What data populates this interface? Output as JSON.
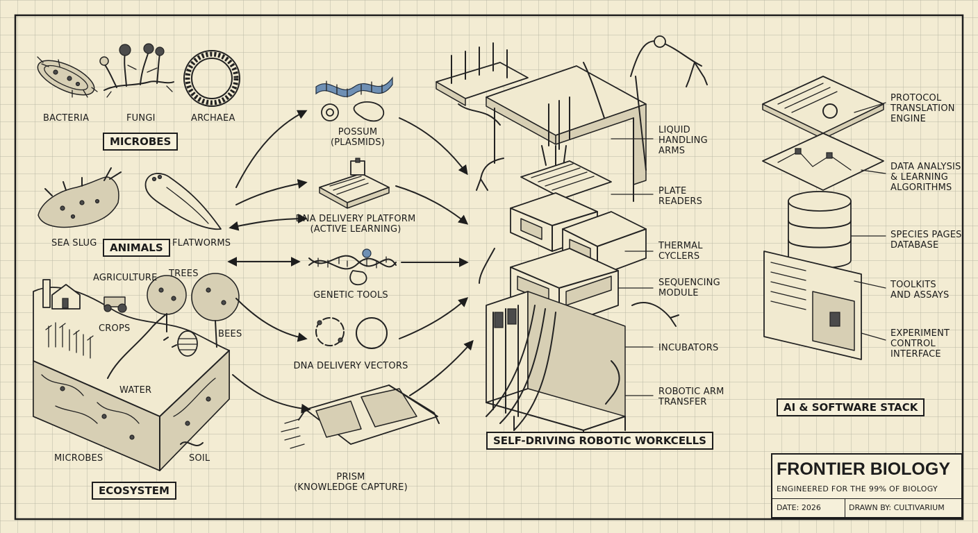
{
  "title_block": {
    "title": "FRONTIER BIOLOGY",
    "subtitle": "ENGINEERED FOR THE 99% OF BIOLOGY",
    "date": "DATE: 2026",
    "drawn_by": "DRAWN BY: CULTIVARIUM"
  },
  "organisms": {
    "microbes": {
      "items": [
        "BACTERIA",
        "FUNGI",
        "ARCHAEA"
      ],
      "box_label": "MICROBES"
    },
    "animals": {
      "items": [
        "SEA SLUG",
        "FLATWORMS"
      ],
      "box_label": "ANIMALS"
    },
    "ecosystem": {
      "items": [
        "AGRICULTURE",
        "TREES",
        "CROPS",
        "BEES",
        "WATER",
        "MICROBES",
        "SOIL"
      ],
      "box_label": "ECOSYSTEM"
    }
  },
  "tools": [
    {
      "line1": "POSSUM",
      "line2": "(PLASMIDS)"
    },
    {
      "line1": "DNA DELIVERY PLATFORM",
      "line2": "(ACTIVE LEARNING)"
    },
    {
      "line1": "GENETIC TOOLS",
      "line2": ""
    },
    {
      "line1": "DNA DELIVERY VECTORS",
      "line2": ""
    },
    {
      "line1": "PRISM",
      "line2": "(KNOWLEDGE CAPTURE)"
    }
  ],
  "workcell": {
    "components": [
      {
        "line1": "LIQUID",
        "line2": "HANDLING",
        "line3": "ARMS"
      },
      {
        "line1": "PLATE",
        "line2": "READERS",
        "line3": ""
      },
      {
        "line1": "THERMAL",
        "line2": "CYCLERS",
        "line3": ""
      },
      {
        "line1": "SEQUENCING",
        "line2": "MODULE",
        "line3": ""
      },
      {
        "line1": "INCUBATORS",
        "line2": "",
        "line3": ""
      },
      {
        "line1": "ROBOTIC ARM",
        "line2": "TRANSFER",
        "line3": ""
      }
    ],
    "box_label": "SELF-DRIVING ROBOTIC WORKCELLS"
  },
  "software": {
    "layers": [
      {
        "line1": "PROTOCOL",
        "line2": "TRANSLATION",
        "line3": "ENGINE"
      },
      {
        "line1": "DATA ANALYSIS",
        "line2": "& LEARNING",
        "line3": "ALGORITHMS"
      },
      {
        "line1": "SPECIES PAGES",
        "line2": "DATABASE",
        "line3": ""
      },
      {
        "line1": "TOOLKITS",
        "line2": "AND ASSAYS",
        "line3": ""
      },
      {
        "line1": "EXPERIMENT",
        "line2": "CONTROL",
        "line3": "INTERFACE"
      }
    ],
    "box_label": "AI & SOFTWARE STACK"
  },
  "colors": {
    "paper": "#f3ecd3",
    "grid": "#b9b8a5",
    "ink": "#1d1d1d",
    "accent_blue": "#6f90b4"
  }
}
